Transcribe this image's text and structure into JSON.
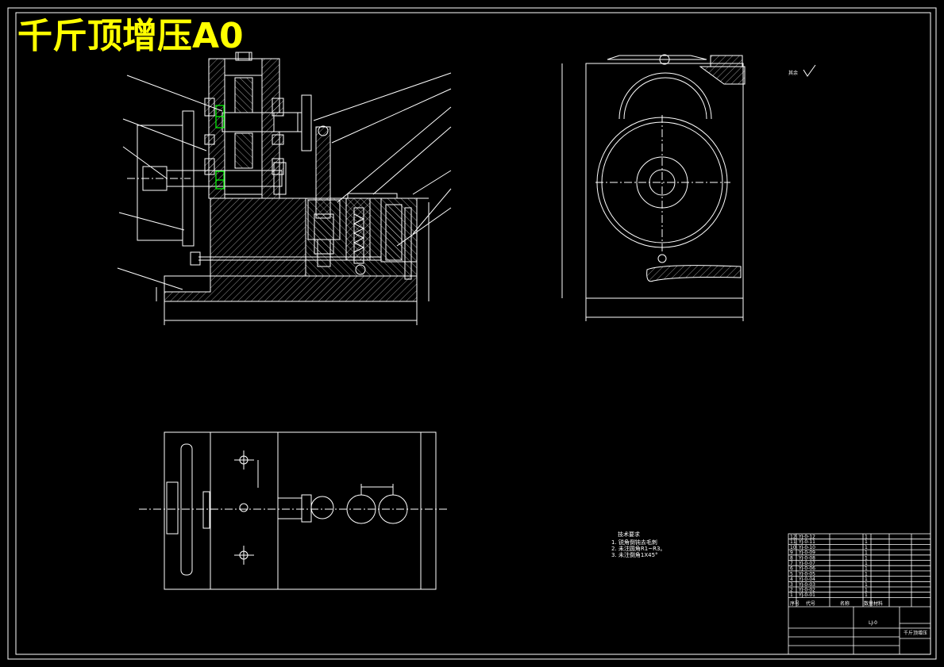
{
  "title": "千斤顶增压A0",
  "colors": {
    "background": "#000000",
    "lines": "#ffffff",
    "title": "#ffff00",
    "highlight": "#00ff00"
  },
  "roughness_note": "其余",
  "tech_notes": {
    "heading": "技术要求",
    "lines": [
      "1. 锐角倒钝去毛刺",
      "2. 未注圆角R1~R3。",
      "3. 未注倒角1X45°"
    ]
  },
  "title_block": {
    "drawing_name": "LJ-0",
    "assembly_label": "千斤顶增压",
    "header": {
      "no": "序号",
      "code": "代号",
      "name": "名称",
      "qty": "数量",
      "material": "材料"
    },
    "parts": [
      {
        "no": "12",
        "code": "YJ-0-12",
        "name": "",
        "qty": "1",
        "material": ""
      },
      {
        "no": "11",
        "code": "YJ-0-11",
        "name": "",
        "qty": "1",
        "material": ""
      },
      {
        "no": "10",
        "code": "YJ-0-10",
        "name": "",
        "qty": "1",
        "material": ""
      },
      {
        "no": "9",
        "code": "YJ-0-09",
        "name": "",
        "qty": "1",
        "material": ""
      },
      {
        "no": "8",
        "code": "YJ-0-08",
        "name": "",
        "qty": "1",
        "material": ""
      },
      {
        "no": "7",
        "code": "YJ-0-07",
        "name": "",
        "qty": "1",
        "material": ""
      },
      {
        "no": "6",
        "code": "YJ-0-06",
        "name": "",
        "qty": "1",
        "material": ""
      },
      {
        "no": "5",
        "code": "YJ-0-05",
        "name": "",
        "qty": "1",
        "material": ""
      },
      {
        "no": "4",
        "code": "YJ-0-04",
        "name": "",
        "qty": "1",
        "material": ""
      },
      {
        "no": "3",
        "code": "YJ-0-03",
        "name": "",
        "qty": "1",
        "material": ""
      },
      {
        "no": "2",
        "code": "YJ-0-02",
        "name": "",
        "qty": "1",
        "material": ""
      },
      {
        "no": "1",
        "code": "YJ-0-01",
        "name": "",
        "qty": "1",
        "material": ""
      }
    ]
  }
}
